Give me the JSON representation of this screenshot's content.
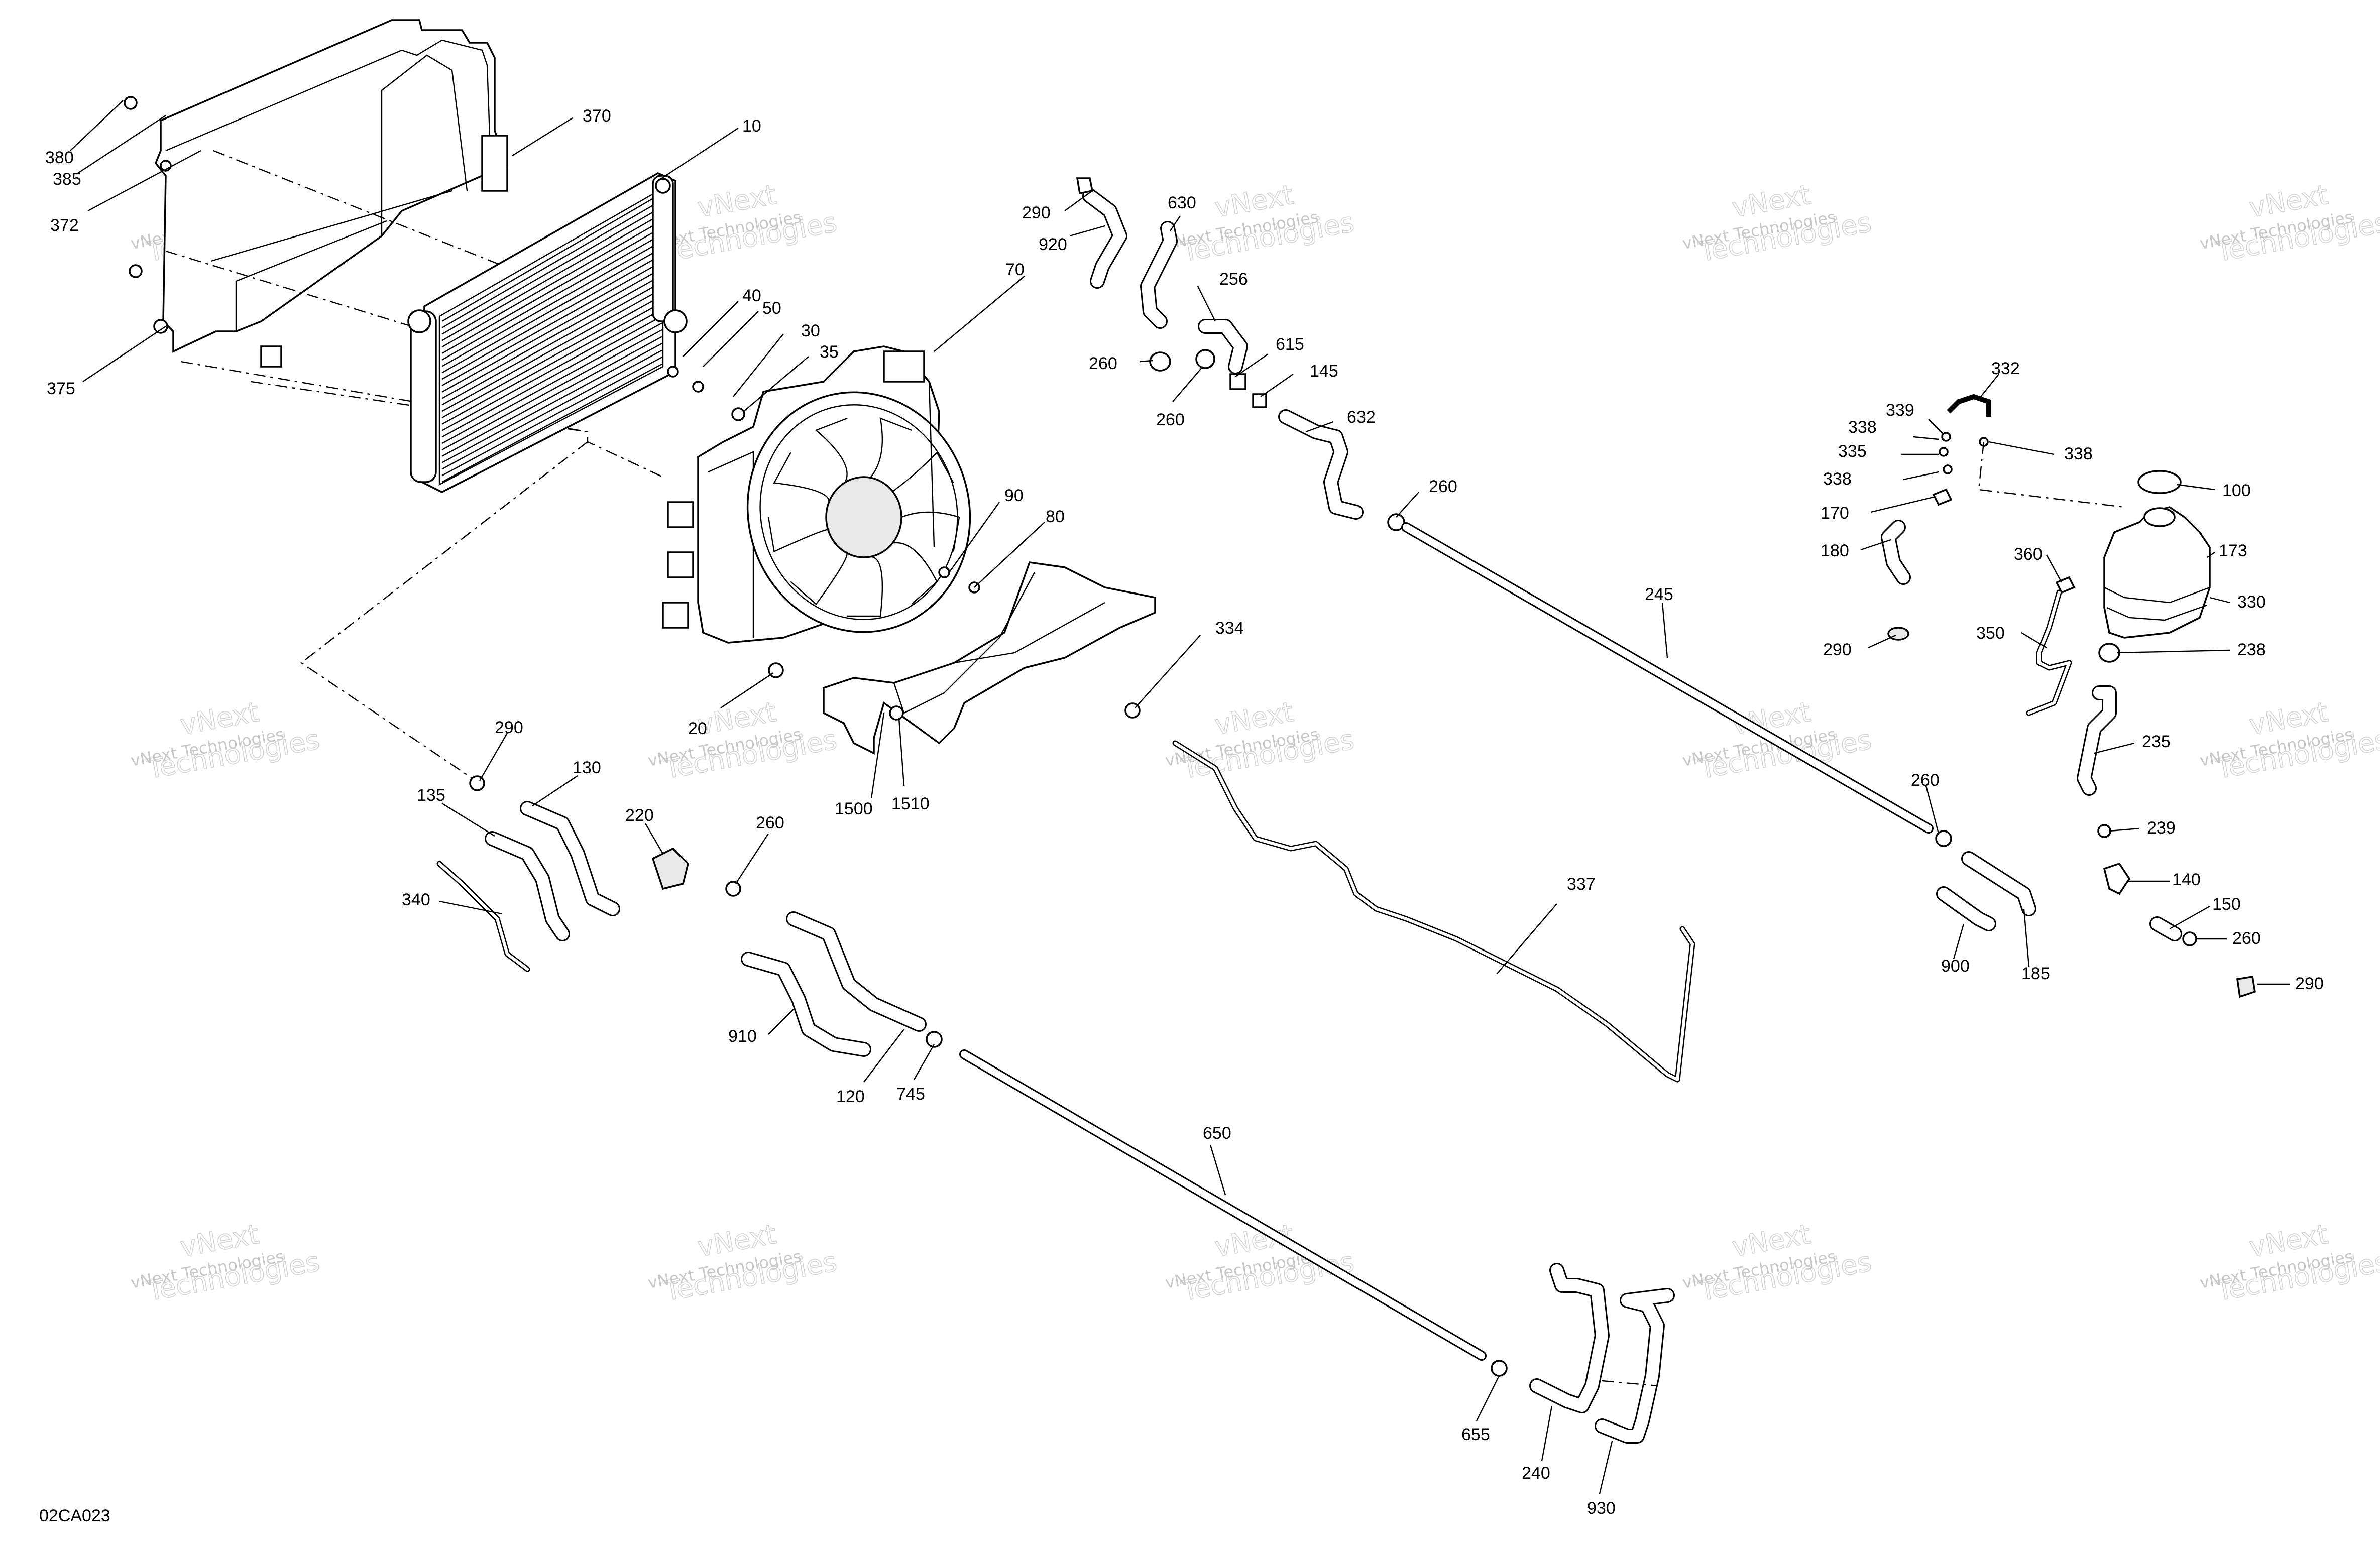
{
  "figure_code": "02CA023",
  "watermark": {
    "line1": "vNext",
    "line2": "Technologies",
    "full": "vNext Technologies"
  },
  "callouts": [
    {
      "id": "c380",
      "text": "380"
    },
    {
      "id": "c385",
      "text": "385"
    },
    {
      "id": "c372",
      "text": "372"
    },
    {
      "id": "c375",
      "text": "375"
    },
    {
      "id": "c370",
      "text": "370"
    },
    {
      "id": "c10",
      "text": "10"
    },
    {
      "id": "c40",
      "text": "40"
    },
    {
      "id": "c50",
      "text": "50"
    },
    {
      "id": "c30",
      "text": "30"
    },
    {
      "id": "c35",
      "text": "35"
    },
    {
      "id": "c70",
      "text": "70"
    },
    {
      "id": "c90",
      "text": "90"
    },
    {
      "id": "c80",
      "text": "80"
    },
    {
      "id": "c20",
      "text": "20"
    },
    {
      "id": "c1500",
      "text": "1500"
    },
    {
      "id": "c1510",
      "text": "1510"
    },
    {
      "id": "c290a",
      "text": "290"
    },
    {
      "id": "c920",
      "text": "920"
    },
    {
      "id": "c630",
      "text": "630"
    },
    {
      "id": "c256",
      "text": "256"
    },
    {
      "id": "c260a",
      "text": "260"
    },
    {
      "id": "c260b",
      "text": "260"
    },
    {
      "id": "c615",
      "text": "615"
    },
    {
      "id": "c145",
      "text": "145"
    },
    {
      "id": "c632",
      "text": "632"
    },
    {
      "id": "c260c",
      "text": "260"
    },
    {
      "id": "c245",
      "text": "245"
    },
    {
      "id": "c334",
      "text": "334"
    },
    {
      "id": "c337",
      "text": "337"
    },
    {
      "id": "c290b",
      "text": "290"
    },
    {
      "id": "c130",
      "text": "130"
    },
    {
      "id": "c135",
      "text": "135"
    },
    {
      "id": "c220",
      "text": "220"
    },
    {
      "id": "c260d",
      "text": "260"
    },
    {
      "id": "c340",
      "text": "340"
    },
    {
      "id": "c910",
      "text": "910"
    },
    {
      "id": "c120",
      "text": "120"
    },
    {
      "id": "c745",
      "text": "745"
    },
    {
      "id": "c650",
      "text": "650"
    },
    {
      "id": "c655",
      "text": "655"
    },
    {
      "id": "c240",
      "text": "240"
    },
    {
      "id": "c930",
      "text": "930"
    },
    {
      "id": "c332",
      "text": "332"
    },
    {
      "id": "c339",
      "text": "339"
    },
    {
      "id": "c338a",
      "text": "338"
    },
    {
      "id": "c335",
      "text": "335"
    },
    {
      "id": "c338b",
      "text": "338"
    },
    {
      "id": "c338c",
      "text": "338"
    },
    {
      "id": "c170",
      "text": "170"
    },
    {
      "id": "c180",
      "text": "180"
    },
    {
      "id": "c290c",
      "text": "290"
    },
    {
      "id": "c100",
      "text": "100"
    },
    {
      "id": "c173",
      "text": "173"
    },
    {
      "id": "c360",
      "text": "360"
    },
    {
      "id": "c330",
      "text": "330"
    },
    {
      "id": "c350",
      "text": "350"
    },
    {
      "id": "c238",
      "text": "238"
    },
    {
      "id": "c235",
      "text": "235"
    },
    {
      "id": "c239",
      "text": "239"
    },
    {
      "id": "c140",
      "text": "140"
    },
    {
      "id": "c150",
      "text": "150"
    },
    {
      "id": "c260e",
      "text": "260"
    },
    {
      "id": "c290d",
      "text": "290"
    },
    {
      "id": "c260f",
      "text": "260"
    },
    {
      "id": "c900",
      "text": "900"
    },
    {
      "id": "c185",
      "text": "185"
    }
  ]
}
